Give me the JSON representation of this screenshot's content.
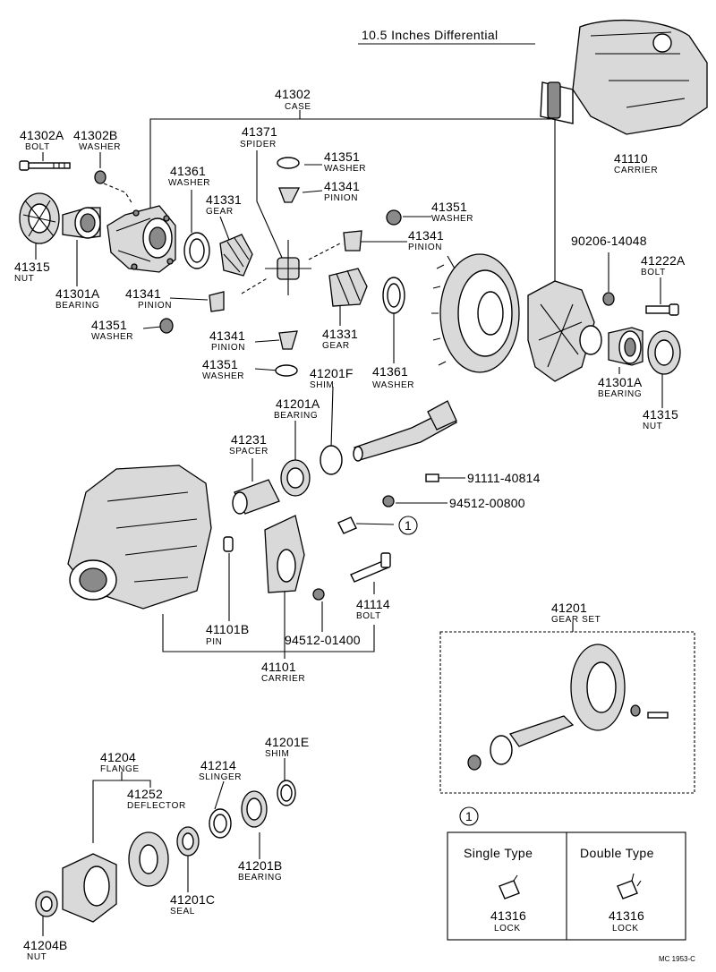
{
  "title": "10.5 Inches Differential",
  "footer_code": "MC 1953-C",
  "callouts": {
    "case": {
      "number": "41302",
      "name": "CASE"
    },
    "bolt_41302a": {
      "number": "41302A",
      "name": "BOLT"
    },
    "washer_41302b": {
      "number": "41302B",
      "name": "WASHER"
    },
    "spider": {
      "number": "41371",
      "name": "SPIDER"
    },
    "washer_41351_a": {
      "number": "41351",
      "name": "WASHER"
    },
    "pinion_41341_a": {
      "number": "41341",
      "name": "PINION"
    },
    "washer_41351_b": {
      "number": "41351",
      "name": "WASHER"
    },
    "pinion_41341_b": {
      "number": "41341",
      "name": "PINION"
    },
    "carrier_41110": {
      "number": "41110",
      "name": "CARRIER"
    },
    "washer_41361_a": {
      "number": "41361",
      "name": "WASHER"
    },
    "gear_41331_a": {
      "number": "41331",
      "name": "GEAR"
    },
    "nut_41315_a": {
      "number": "41315",
      "name": "NUT"
    },
    "bearing_41301a_a": {
      "number": "41301A",
      "name": "BEARING"
    },
    "pinion_41341_c": {
      "number": "41341",
      "name": "PINION"
    },
    "washer_41351_c": {
      "number": "41351",
      "name": "WASHER"
    },
    "pinion_41341_d": {
      "number": "41341",
      "name": "PINION"
    },
    "washer_41351_d": {
      "number": "41351",
      "name": "WASHER"
    },
    "gear_41331_b": {
      "number": "41331",
      "name": "GEAR"
    },
    "shim_41201f": {
      "number": "41201F",
      "name": "SHIM"
    },
    "washer_41361_b": {
      "number": "41361",
      "name": "WASHER"
    },
    "part_90206": {
      "number": "90206-14048",
      "name": ""
    },
    "bolt_41222a": {
      "number": "41222A",
      "name": "BOLT"
    },
    "bearing_41301a_b": {
      "number": "41301A",
      "name": "BEARING"
    },
    "nut_41315_b": {
      "number": "41315",
      "name": "NUT"
    },
    "bearing_41201a": {
      "number": "41201A",
      "name": "BEARING"
    },
    "spacer_41231": {
      "number": "41231",
      "name": "SPACER"
    },
    "part_91111": {
      "number": "91111-40814",
      "name": ""
    },
    "part_94512_00800": {
      "number": "94512-00800",
      "name": ""
    },
    "bolt_41114": {
      "number": "41114",
      "name": "BOLT"
    },
    "pin_41101b": {
      "number": "41101B",
      "name": "PIN"
    },
    "part_94512_01400": {
      "number": "94512-01400",
      "name": ""
    },
    "carrier_41101": {
      "number": "41101",
      "name": "CARRIER"
    },
    "gearset_41201": {
      "number": "41201",
      "name": "GEAR SET"
    },
    "flange_41204": {
      "number": "41204",
      "name": "FLANGE"
    },
    "deflector_41252": {
      "number": "41252",
      "name": "DEFLECTOR"
    },
    "slinger_41214": {
      "number": "41214",
      "name": "SLINGER"
    },
    "shim_41201e": {
      "number": "41201E",
      "name": "SHIM"
    },
    "bearing_41201b": {
      "number": "41201B",
      "name": "BEARING"
    },
    "seal_41201c": {
      "number": "41201C",
      "name": "SEAL"
    },
    "nut_41204b": {
      "number": "41204B",
      "name": "NUT"
    }
  },
  "lock_marker": "1",
  "lock_box": {
    "marker": "1",
    "single_type": {
      "heading": "Single Type",
      "number": "41316",
      "name": "LOCK"
    },
    "double_type": {
      "heading": "Double Type",
      "number": "41316",
      "name": "LOCK"
    }
  }
}
